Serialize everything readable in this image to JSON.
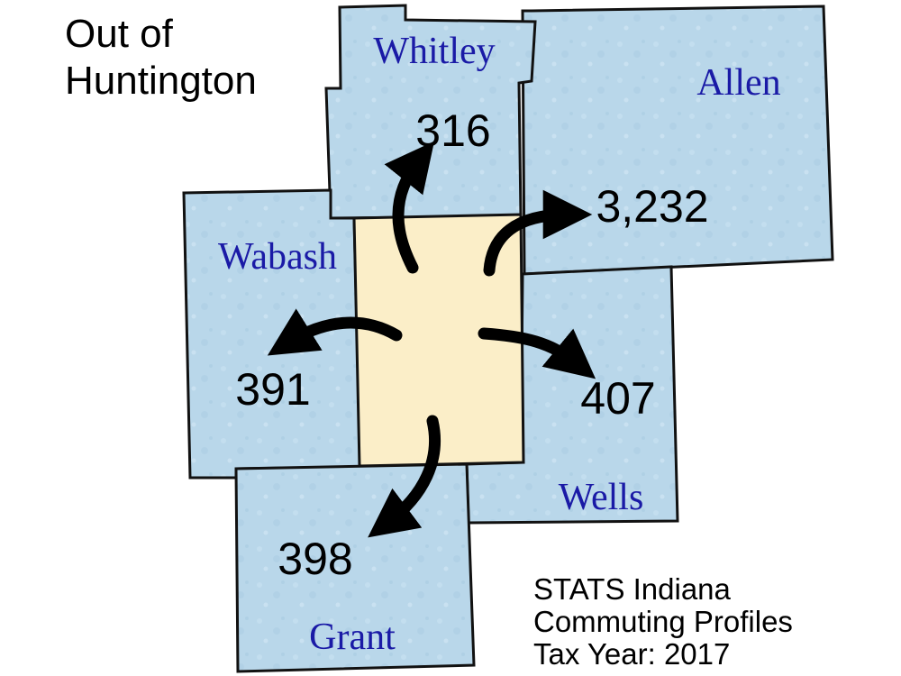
{
  "title": {
    "line1": "Out of",
    "line2": "Huntington"
  },
  "source": {
    "line1": "STATS Indiana",
    "line2": "Commuting Profiles",
    "line3": "Tax Year: 2017"
  },
  "origin_county": {
    "name": "Huntington",
    "fill": "#fbeec8"
  },
  "counties": [
    {
      "id": "whitley",
      "name": "Whitley",
      "commuters": "316"
    },
    {
      "id": "allen",
      "name": "Allen",
      "commuters": "3,232"
    },
    {
      "id": "wabash",
      "name": "Wabash",
      "commuters": "391"
    },
    {
      "id": "wells",
      "name": "Wells",
      "commuters": "407"
    },
    {
      "id": "grant",
      "name": "Grant",
      "commuters": "398"
    }
  ],
  "colors": {
    "destination_fill": "#b9d7ea",
    "origin_fill": "#fbeec8",
    "border": "#111111",
    "county_label": "#1a1aa6",
    "arrow": "#000000"
  }
}
